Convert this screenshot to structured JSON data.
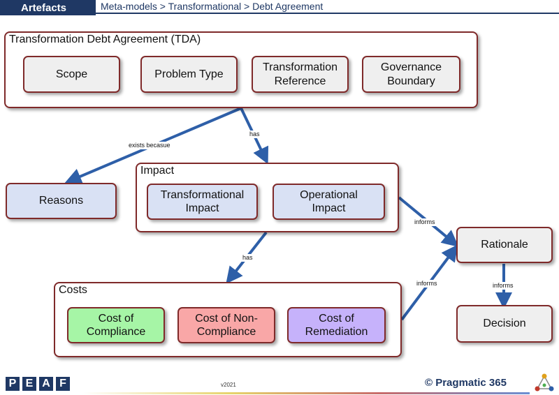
{
  "header": {
    "section": "Artefacts",
    "breadcrumb": "Meta-models > Transformational > Debt Agreement"
  },
  "containers": {
    "tda": "Transformation Debt Agreement (TDA)",
    "impact": "Impact",
    "costs": "Costs"
  },
  "nodes": {
    "scope": "Scope",
    "problem_type": "Problem Type",
    "transformation_reference": "Transformation\nReference",
    "governance_boundary": "Governance\nBoundary",
    "reasons": "Reasons",
    "transformational_impact": "Transformational\nImpact",
    "operational_impact": "Operational\nImpact",
    "rationale": "Rationale",
    "decision": "Decision",
    "cost_of_compliance": "Cost of\nCompliance",
    "cost_of_non_compliance": "Cost of Non-\nCompliance",
    "cost_of_remediation": "Cost of\nRemediation"
  },
  "edges": {
    "exists_because": "exists becasue",
    "has_impact": "has",
    "has_costs": "has",
    "informs_impact": "informs",
    "informs_costs": "informs",
    "informs_decision": "informs"
  },
  "colors": {
    "arrow": "#2e5fa8",
    "border": "#7f2a2a",
    "header": "#1f3864"
  },
  "footer": {
    "logo_letters": [
      "P",
      "E",
      "A",
      "F"
    ],
    "version": "v2021",
    "brand": "© Pragmatic 365"
  }
}
